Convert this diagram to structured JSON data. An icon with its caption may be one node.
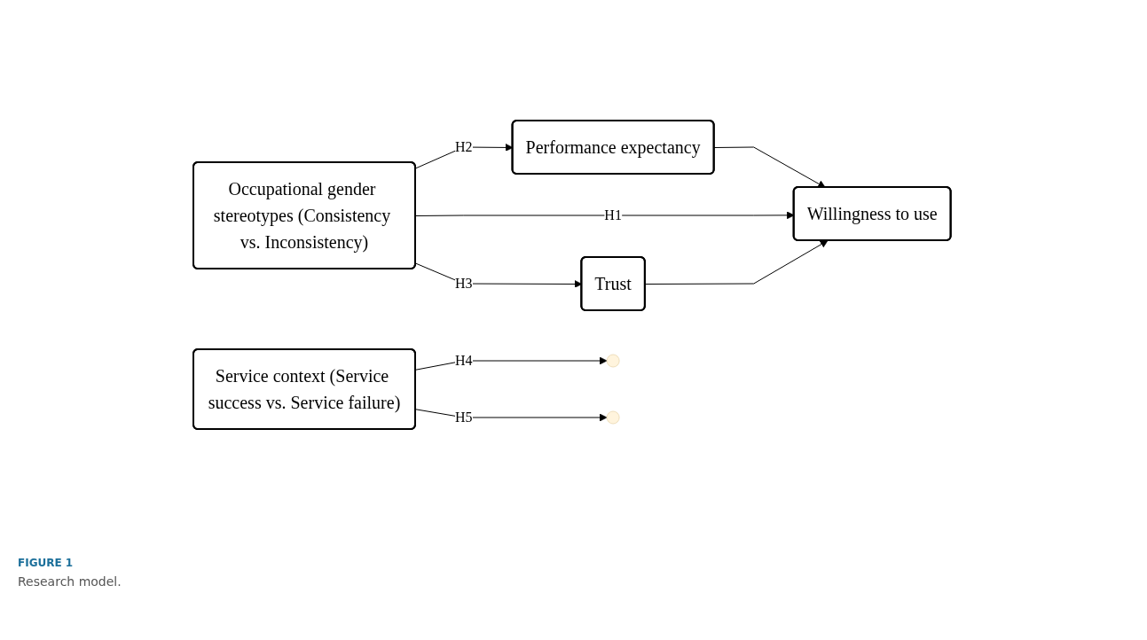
{
  "diagram": {
    "caption": "Research model.",
    "nodes": [
      {
        "text": [
          "Service context (Service success vs. Service failure)"
        ]
      },
      {
        "text": [
          "Performance expectancy"
        ]
      },
      {
        "text": [
          "Occupational gender stereotypes (Consistency vs. Inconsistency)"
        ]
      },
      {
        "text": [
          "Willingness to use"
        ]
      },
      {
        "text": [
          "Trust"
        ]
      }
    ],
    "edges": [
      {
        "from": 2,
        "to": 1,
        "arrow": "to",
        "label": "H2"
      },
      {
        "from": 2,
        "to": 3,
        "arrow": "to",
        "label": "H1"
      },
      {
        "from": 2,
        "to": 4,
        "arrow": "to",
        "label": "H3"
      },
      {
        "from": 1,
        "to": 3,
        "arrow": "to"
      },
      {
        "from": 4,
        "to": 3,
        "arrow": "to"
      },
      {
        "from": 0,
        "to": null,
        "arrow": "to",
        "label": "H4"
      },
      {
        "from": 0,
        "to": null,
        "arrow": "to",
        "label": "H5"
      }
    ],
    "labels": [
      "FIGURE 1"
    ]
  }
}
